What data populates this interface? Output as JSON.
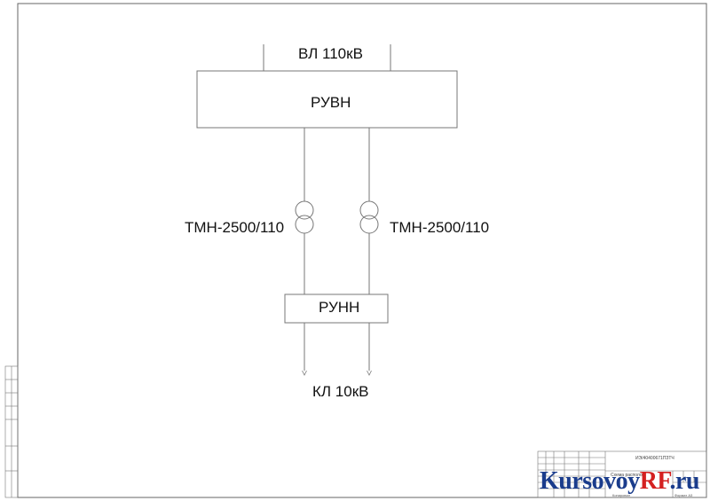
{
  "diagram": {
    "line_in": "ВЛ 110кВ",
    "hv_switchgear": "РУВН",
    "transformer_left": "ТМН-2500/110",
    "transformer_right": "ТМН-2500/110",
    "lv_switchgear": "РУНН",
    "cable_out": "КЛ 10кВ"
  },
  "title_block": {
    "doc_code": "ИЭ/40400671ПЗТЧ",
    "sheet_title": "Схема располож",
    "format": "Формат А3",
    "copied": "Копировал"
  },
  "watermark": {
    "main": "KursovoyRF.ru"
  }
}
